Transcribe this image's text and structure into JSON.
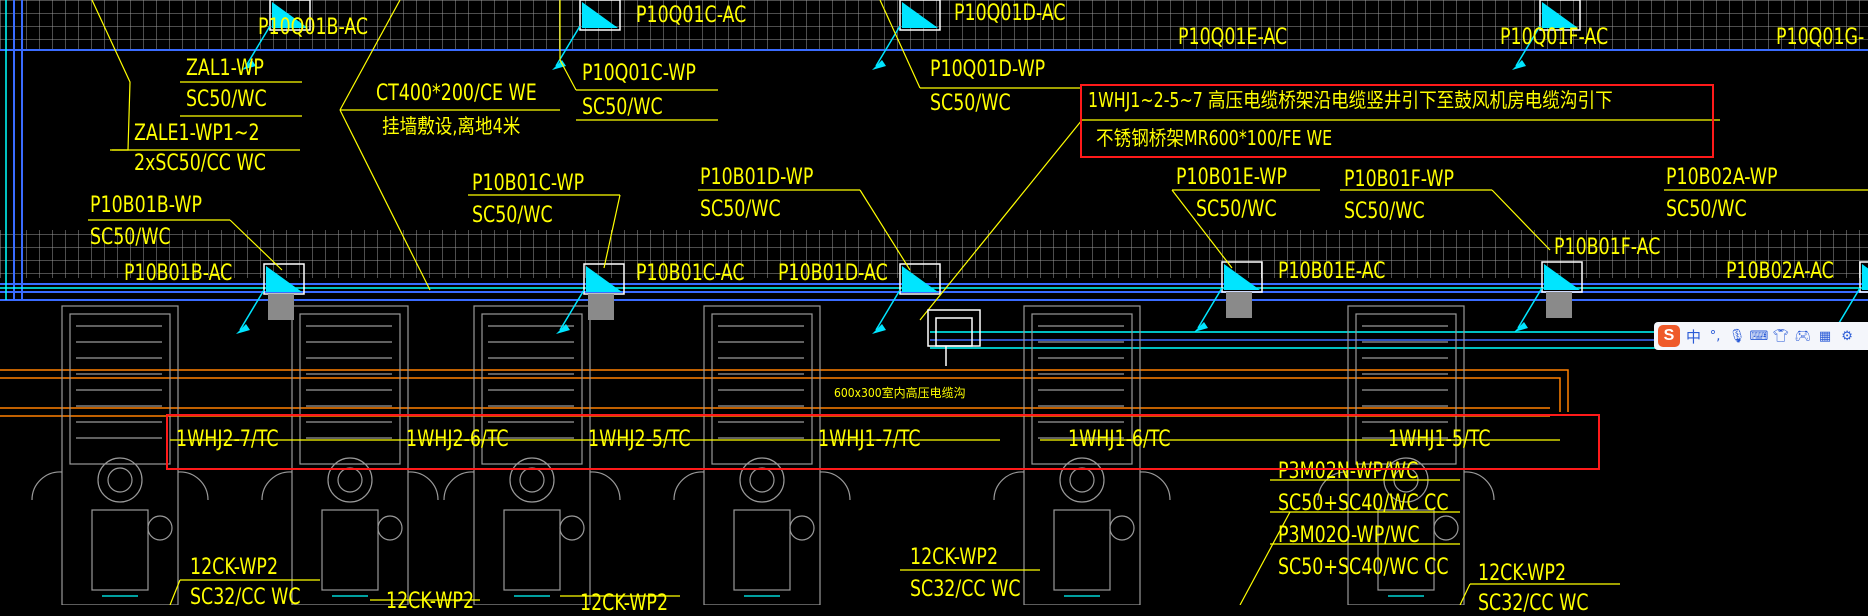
{
  "drawing": {
    "labels": [
      {
        "id": "zal1-wp",
        "text": "ZAL1-WP"
      },
      {
        "id": "sc50-wc-1",
        "text": "SC50/WC"
      },
      {
        "id": "zale1",
        "text": "ZALE1-WP1~2"
      },
      {
        "id": "2xsc50",
        "text": "2xSC50/CC WC"
      },
      {
        "id": "p10q01b-ac",
        "text": "P10Q01B-AC"
      },
      {
        "id": "p10q01c-ac",
        "text": "P10Q01C-AC"
      },
      {
        "id": "p10q01d-ac",
        "text": "P10Q01D-AC"
      },
      {
        "id": "p10q01e-ac",
        "text": "P10Q01E-AC"
      },
      {
        "id": "p10q01f-ac",
        "text": "P10Q01F-AC"
      },
      {
        "id": "p10q01g",
        "text": "P10Q01G-"
      },
      {
        "id": "ct400",
        "text": "CT400*200/CE WE"
      },
      {
        "id": "ct400-note",
        "text": "挂墙敷设,离地4米"
      },
      {
        "id": "p10q01c-wp",
        "text": "P10Q01C-WP"
      },
      {
        "id": "sc50-wc-2",
        "text": "SC50/WC"
      },
      {
        "id": "p10q01d-wp",
        "text": "P10Q01D-WP"
      },
      {
        "id": "sc50-wc-3",
        "text": "SC50/WC"
      },
      {
        "id": "note1",
        "text": "1WHJ1~2-5~7   高压电缆桥架沿电缆竖井引下至鼓风机房电缆沟引下"
      },
      {
        "id": "note2",
        "text": "不锈钢桥架MR600*100/FE WE"
      },
      {
        "id": "p10b01b-wp",
        "text": "P10B01B-WP"
      },
      {
        "id": "sc50-wc-4",
        "text": "SC50/WC"
      },
      {
        "id": "p10b01c-wp",
        "text": "P10B01C-WP"
      },
      {
        "id": "sc50-wc-5",
        "text": "SC50/WC"
      },
      {
        "id": "p10b01d-wp",
        "text": "P10B01D-WP"
      },
      {
        "id": "sc50-wc-6",
        "text": "SC50/WC"
      },
      {
        "id": "p10b01e-wp",
        "text": "P10B01E-WP"
      },
      {
        "id": "sc50-wc-7",
        "text": "SC50/WC"
      },
      {
        "id": "p10b01f-wp",
        "text": "P10B01F-WP"
      },
      {
        "id": "sc50-wc-8",
        "text": "SC50/WC"
      },
      {
        "id": "p10b02a-wp",
        "text": "P10B02A-WP"
      },
      {
        "id": "sc50-wc-9",
        "text": "SC50/WC"
      },
      {
        "id": "p10b01b-ac",
        "text": "P10B01B-AC"
      },
      {
        "id": "p10b01c-ac",
        "text": "P10B01C-AC"
      },
      {
        "id": "p10b01d-ac",
        "text": "P10B01D-AC"
      },
      {
        "id": "p10b01e-ac",
        "text": "P10B01E-AC"
      },
      {
        "id": "p10b01f-ac",
        "text": "P10B01F-AC"
      },
      {
        "id": "p10b02a-ac",
        "text": "P10B02A-AC"
      },
      {
        "id": "trench",
        "text": "600x300室内高压电缆沟"
      },
      {
        "id": "whj2-7",
        "text": "1WHJ2-7/TC"
      },
      {
        "id": "whj2-6",
        "text": "1WHJ2-6/TC"
      },
      {
        "id": "whj2-5",
        "text": "1WHJ2-5/TC"
      },
      {
        "id": "whj1-7",
        "text": "1WHJ1-7/TC"
      },
      {
        "id": "whj1-6",
        "text": "1WHJ1-6/TC"
      },
      {
        "id": "whj1-5",
        "text": "1WHJ1-5/TC"
      },
      {
        "id": "p3m02n",
        "text": "P3M02N-WP/WC"
      },
      {
        "id": "sc50sc40-1",
        "text": "SC50+SC40/WC CC"
      },
      {
        "id": "p3m02o",
        "text": "P3M02O-WP/WC"
      },
      {
        "id": "sc50sc40-2",
        "text": "SC50+SC40/WC CC"
      },
      {
        "id": "12ck-1",
        "text": "12CK-WP2"
      },
      {
        "id": "sc32-1",
        "text": "SC32/CC WC"
      },
      {
        "id": "12ck-2",
        "text": "12CK-WP2"
      },
      {
        "id": "12ck-3",
        "text": "12CK-WP2"
      },
      {
        "id": "12ck-4",
        "text": "12CK-WP2"
      },
      {
        "id": "sc32-2",
        "text": "SC32/CC WC"
      },
      {
        "id": "12ck-5",
        "text": "12CK-WP2"
      },
      {
        "id": "sc32-3",
        "text": "SC32/CC WC"
      }
    ],
    "colors": {
      "background": "#000000",
      "annotation": "#ffff00",
      "highlight": "#ff1a1a",
      "cable_tray": "#00ffff",
      "cable": "#ff8000",
      "grid": "#b0b0b0",
      "pump": "#9a9a9a"
    }
  },
  "ime_toolbar": {
    "logo": "S",
    "lang": "中",
    "icons": [
      "punctuation-icon",
      "microphone-icon",
      "keyboard-icon",
      "skin-icon",
      "game-icon",
      "tools-icon",
      "settings-icon"
    ]
  }
}
